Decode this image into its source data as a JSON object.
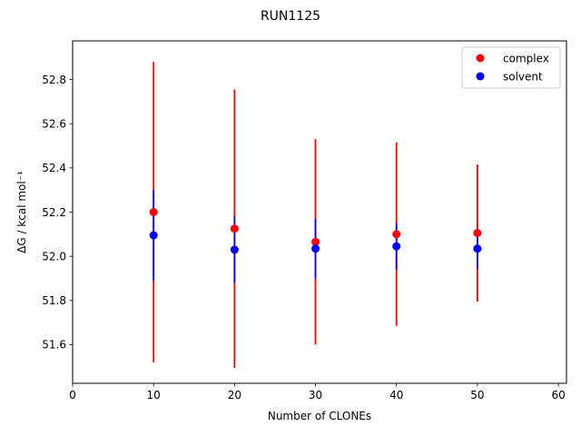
{
  "chart_data": {
    "type": "scatter",
    "title": "RUN1125",
    "xlabel": "Number of CLONEs",
    "ylabel": "ΔG / kcal mol⁻¹",
    "xlim": [
      0,
      61
    ],
    "ylim": [
      51.425,
      52.975
    ],
    "xticks": [
      0,
      10,
      20,
      30,
      40,
      50,
      60
    ],
    "yticks": [
      51.6,
      51.8,
      52.0,
      52.2,
      52.4,
      52.6,
      52.8
    ],
    "xtick_labels": [
      "0",
      "10",
      "20",
      "30",
      "40",
      "50",
      "60"
    ],
    "ytick_labels": [
      "51.6",
      "51.8",
      "52.0",
      "52.2",
      "52.4",
      "52.6",
      "52.8"
    ],
    "grid": false,
    "legend_position": "top-right",
    "series": [
      {
        "name": "complex",
        "color": "#ff0000",
        "x": [
          10,
          20,
          30,
          40,
          50
        ],
        "y": [
          52.2,
          52.125,
          52.065,
          52.1,
          52.105
        ],
        "err": [
          0.68,
          0.63,
          0.465,
          0.415,
          0.31
        ]
      },
      {
        "name": "solvent",
        "color": "#0000ff",
        "x": [
          10,
          20,
          30,
          40,
          50
        ],
        "y": [
          52.095,
          52.03,
          52.035,
          52.045,
          52.035
        ],
        "err": [
          0.205,
          0.15,
          0.135,
          0.105,
          0.09
        ]
      }
    ]
  }
}
